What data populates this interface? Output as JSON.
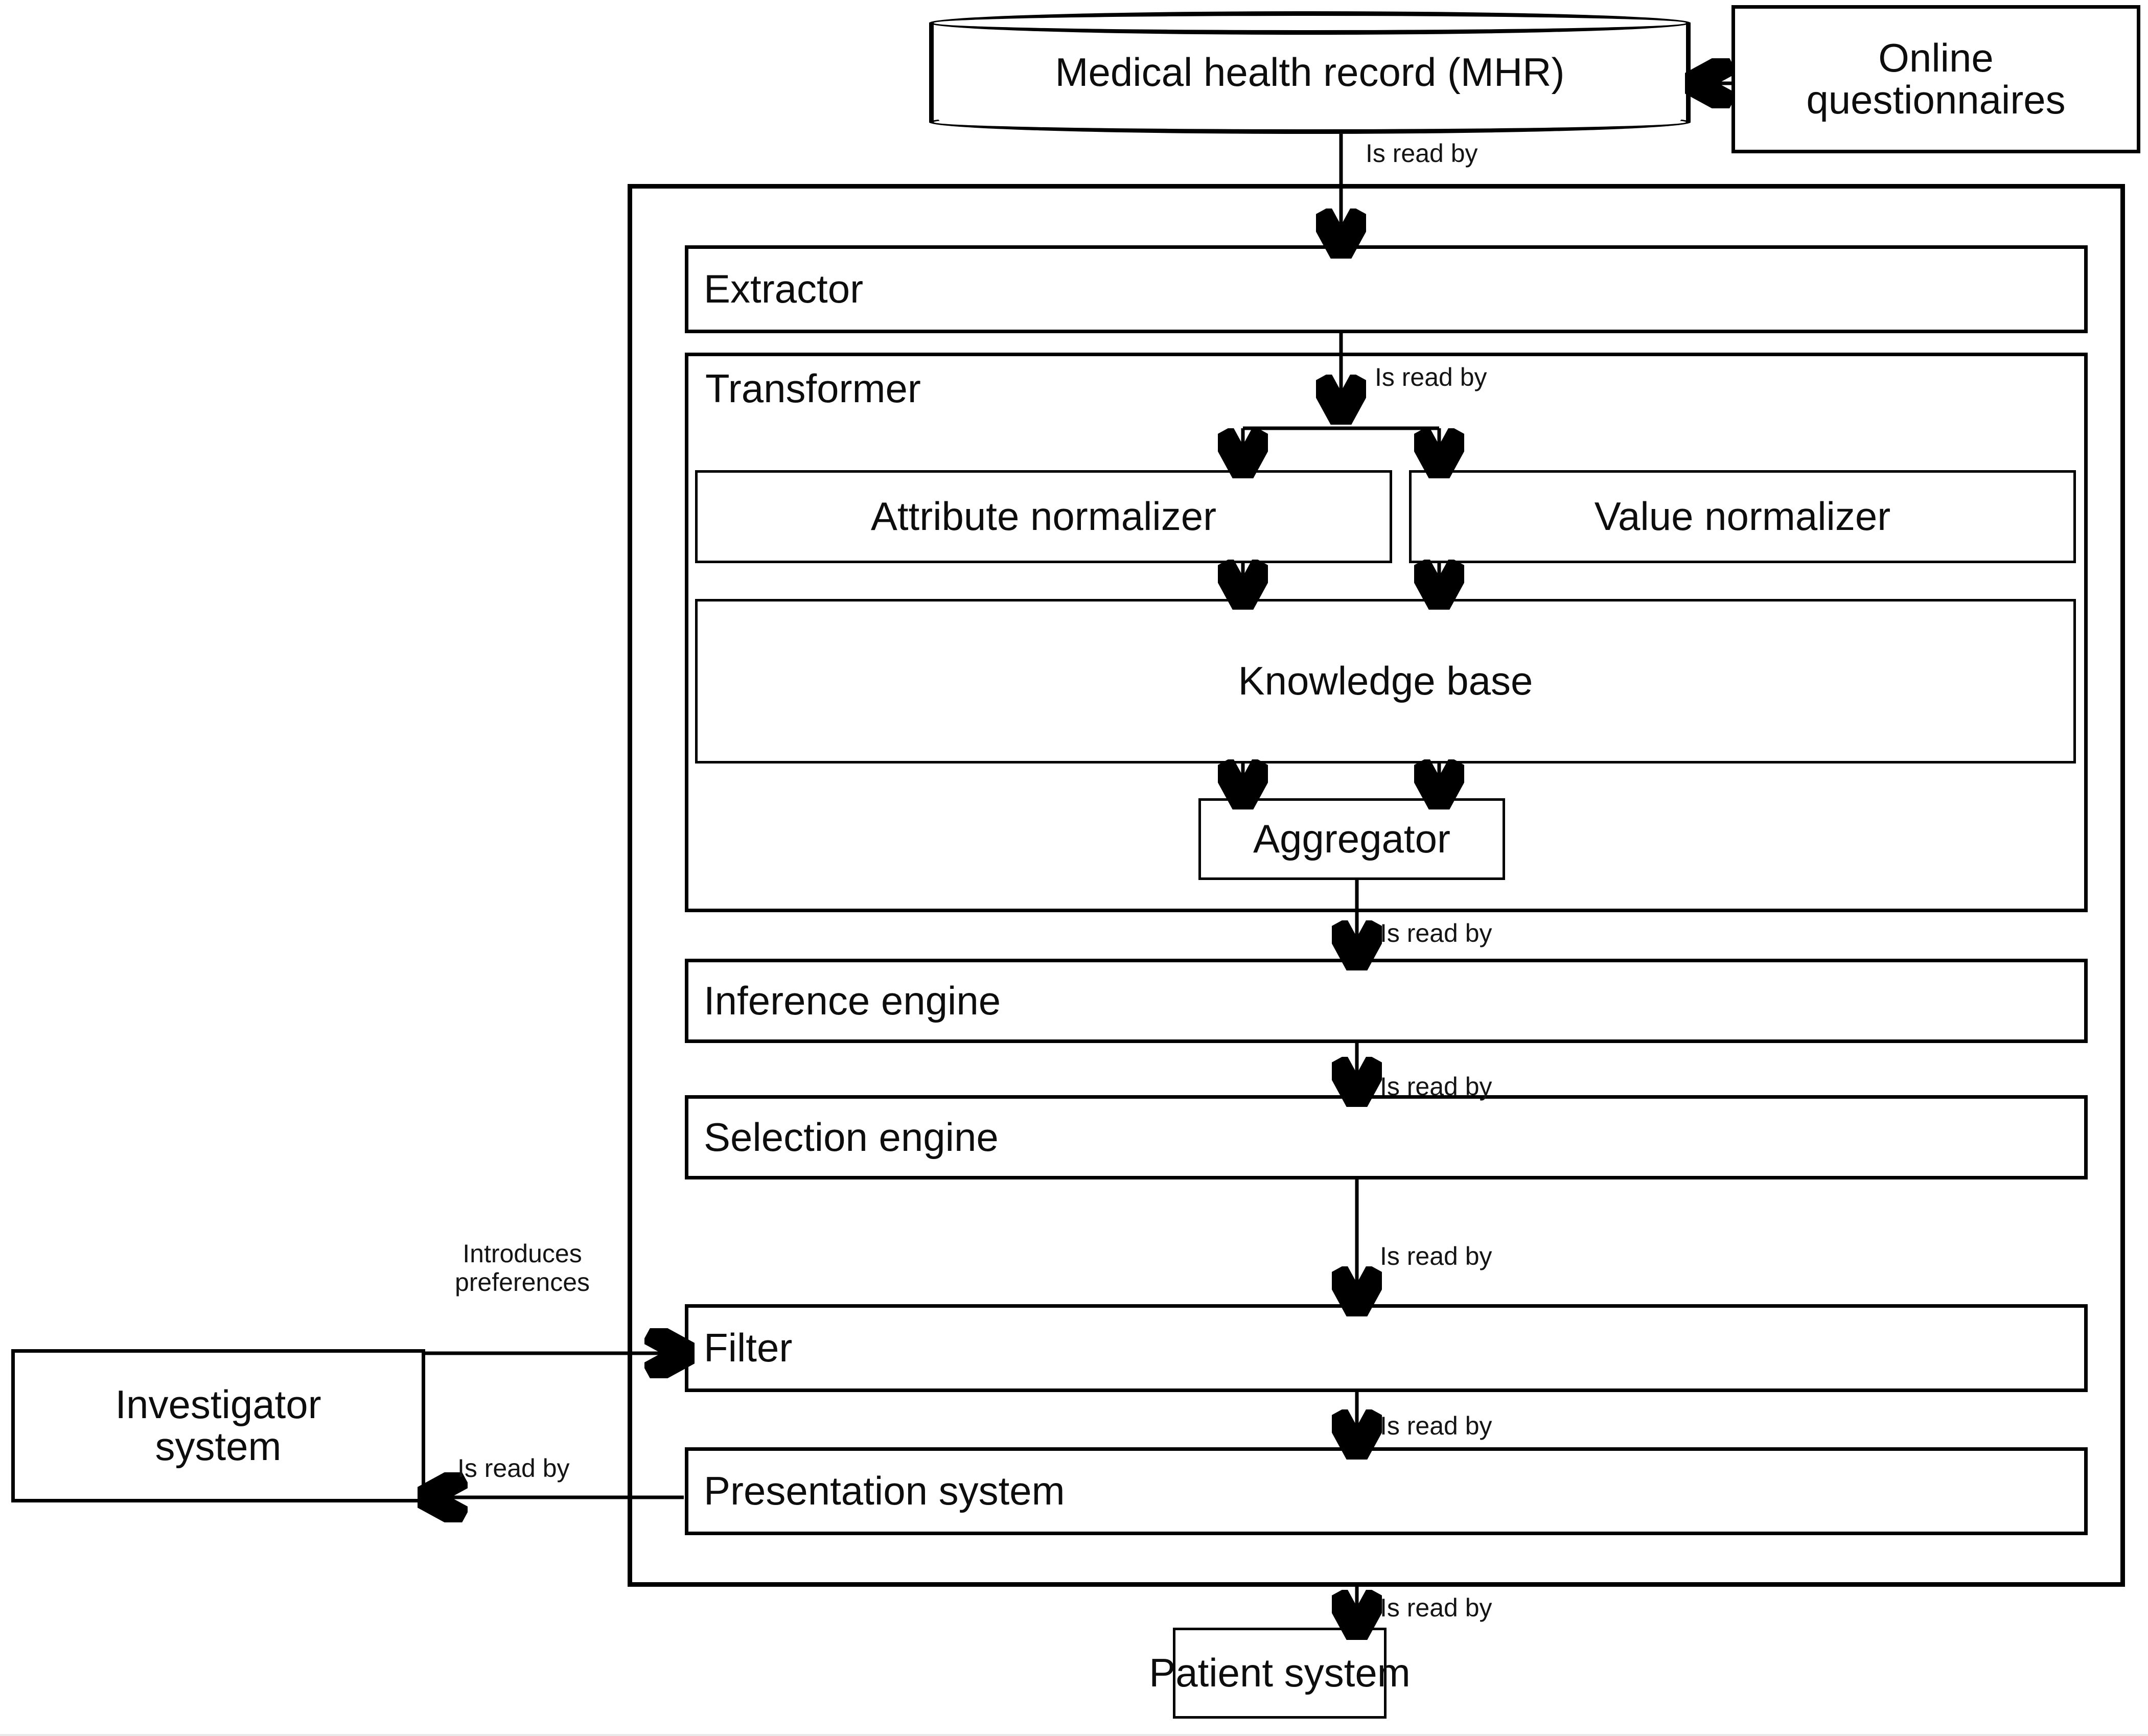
{
  "diagram": {
    "title": "System architecture data flow",
    "nodes": {
      "mhr": "Medical health record (MHR)",
      "online_questionnaires": "Online\nquestionnaires",
      "extractor": "Extractor",
      "transformer": "Transformer",
      "attribute_normalizer": "Attribute normalizer",
      "value_normalizer": "Value normalizer",
      "knowledge_base": "Knowledge base",
      "aggregator": "Aggregator",
      "inference_engine": "Inference engine",
      "selection_engine": "Selection engine",
      "filter": "Filter",
      "presentation_system": "Presentation system",
      "investigator_system": "Investigator\nsystem",
      "patient_system": "Patient system"
    },
    "edge_labels": {
      "mhr_to_extractor": "Is read by",
      "extractor_to_normalizers": "Is read by",
      "aggregator_to_inference": "Is read by",
      "inference_to_selection": "Is read by",
      "selection_to_filter": "Is read by",
      "filter_to_presentation": "Is read by",
      "presentation_to_investigator": "Is read by",
      "presentation_to_patient": "Is read by",
      "investigator_to_filter": "Introduces\npreferences"
    },
    "colors": {
      "stroke": "#000000",
      "text": "#0d0d0d",
      "background": "#ffffff"
    }
  }
}
